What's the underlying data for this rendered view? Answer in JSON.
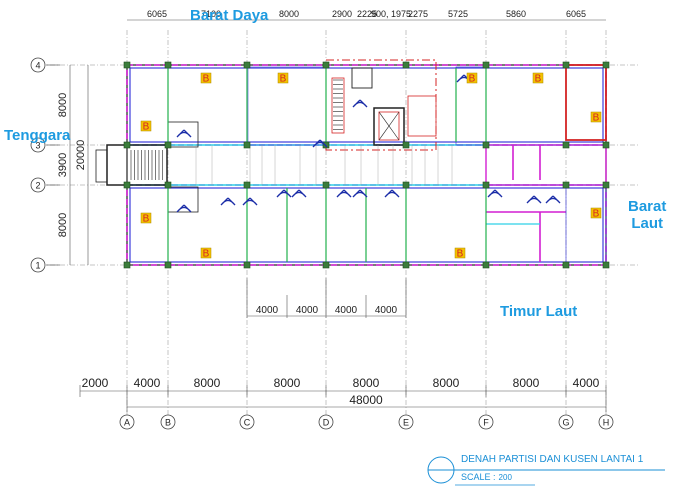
{
  "directions": {
    "top": "Barat Daya",
    "left": "Tenggara",
    "right": [
      "Barat",
      "Laut"
    ],
    "bottom": "Timur Laut"
  },
  "top_dims": [
    "6065",
    "7100",
    "8000",
    "2900",
    "2225",
    "900, 1975",
    "2275",
    "5725",
    "5860",
    "6065"
  ],
  "bottom_dims": [
    "2000",
    "4000",
    "8000",
    "8000",
    "8000",
    "8000",
    "8000",
    "4000"
  ],
  "total_dim": "48000",
  "sub_dims": [
    "4000",
    "4000",
    "4000",
    "4000"
  ],
  "left_dims": [
    "8000",
    "20000",
    "3900",
    "8000"
  ],
  "grid_rows": [
    "4",
    "3",
    "2",
    "1"
  ],
  "grid_cols": [
    "A",
    "B",
    "C",
    "D",
    "E",
    "F",
    "G",
    "H"
  ],
  "title": {
    "text": "DENAH PARTISI DAN KUSEN LANTAI 1",
    "scale_label": "SCALE",
    "scale_sep": ":",
    "scale_value": "200"
  },
  "room_badge": "B",
  "colors": {
    "direction": "#1e9be0",
    "partition": "#2a2ad8",
    "magenta": "#d21fd2",
    "redline": "#d42424",
    "cyan": "#2fd0e6",
    "green": "#22b14c",
    "badge": "#f2c200"
  }
}
